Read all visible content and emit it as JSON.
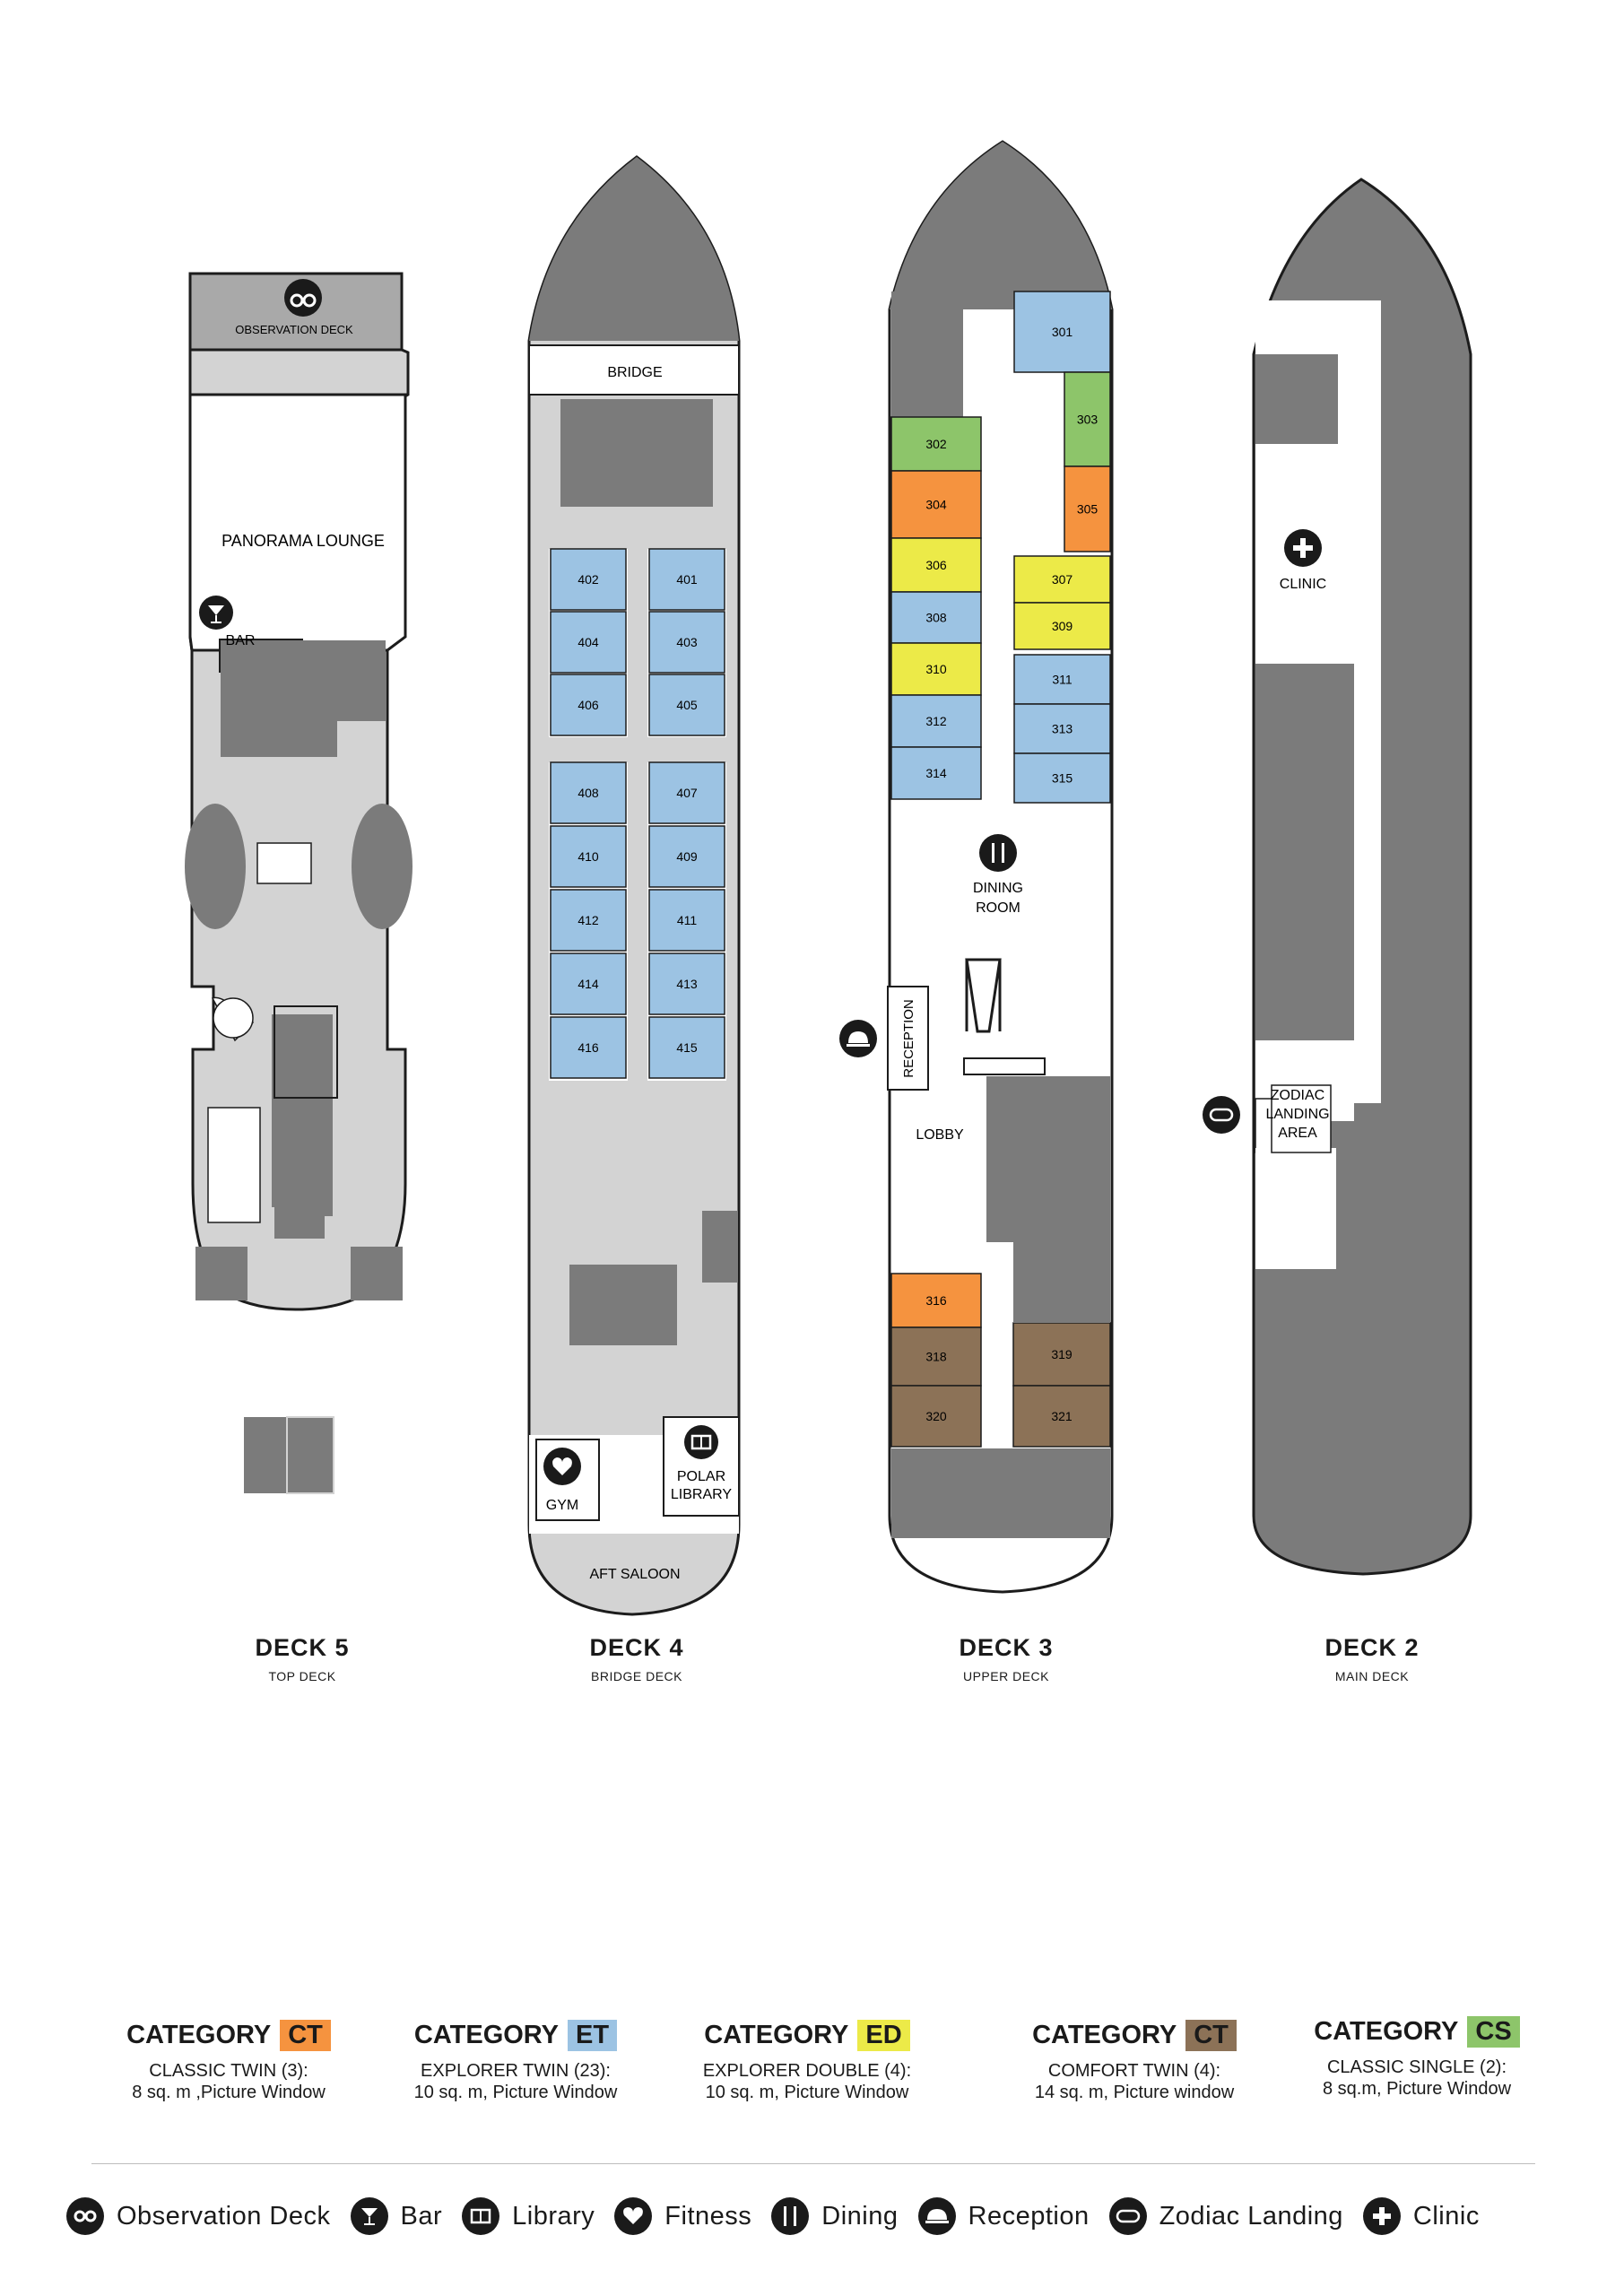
{
  "colors": {
    "dark": "#7b7b7b",
    "light": "#d3d3d3",
    "outline": "#1c1c1c",
    "blue": "#9cc3e3",
    "green": "#8dc56a",
    "orange": "#f5933f",
    "yellow": "#ecea48",
    "brown": "#8c7257"
  },
  "decks": [
    {
      "name": "DECK 5",
      "subtitle": "TOP DECK",
      "labels": {
        "observation": "OBSERVATION DECK",
        "panorama": "PANORAMA LOUNGE",
        "bar": "BAR"
      }
    },
    {
      "name": "DECK 4",
      "subtitle": "BRIDGE DECK",
      "labels": {
        "bridge": "BRIDGE",
        "gym": "GYM",
        "library1": "POLAR",
        "library2": "LIBRARY",
        "aft": "AFT SALOON"
      },
      "cabins": [
        "402",
        "401",
        "404",
        "403",
        "406",
        "405",
        "408",
        "407",
        "410",
        "409",
        "412",
        "411",
        "414",
        "413",
        "416",
        "415"
      ]
    },
    {
      "name": "DECK 3",
      "subtitle": "UPPER DECK",
      "labels": {
        "dining1": "DINING",
        "dining2": "ROOM",
        "reception": "RECEPTION",
        "lobby": "LOBBY"
      },
      "cabins": [
        "301",
        "302",
        "303",
        "304",
        "305",
        "306",
        "307",
        "308",
        "309",
        "310",
        "311",
        "312",
        "313",
        "314",
        "315",
        "316",
        "318",
        "319",
        "320",
        "321"
      ]
    },
    {
      "name": "DECK 2",
      "subtitle": "MAIN DECK",
      "labels": {
        "clinic": "CLINIC",
        "zodiac1": "ZODIAC",
        "zodiac2": "LANDING",
        "zodiac3": "AREA"
      }
    }
  ],
  "categories": [
    {
      "word": "CATEGORY",
      "code": "CT",
      "color": "#f5933f",
      "line1": "CLASSIC TWIN (3):",
      "line2": "8 sq. m ,Picture Window"
    },
    {
      "word": "CATEGORY",
      "code": "ET",
      "color": "#9cc3e3",
      "line1": "EXPLORER TWIN (23):",
      "line2": "10 sq. m, Picture Window"
    },
    {
      "word": "CATEGORY",
      "code": "ED",
      "color": "#ecea48",
      "line1": "EXPLORER DOUBLE (4):",
      "line2": "10 sq. m, Picture Window"
    },
    {
      "word": "CATEGORY",
      "code": "CT",
      "color": "#8c7257",
      "line1": "COMFORT TWIN (4):",
      "line2": "14 sq. m, Picture window"
    },
    {
      "word": "CATEGORY",
      "code": "CS",
      "color": "#8dc56a",
      "line1": "CLASSIC SINGLE (2):",
      "line2": "8 sq.m, Picture Window"
    }
  ],
  "legend": [
    {
      "icon": "binoculars-icon",
      "label": "Observation Deck"
    },
    {
      "icon": "cocktail-icon",
      "label": "Bar"
    },
    {
      "icon": "book-icon",
      "label": "Library"
    },
    {
      "icon": "heart-icon",
      "label": "Fitness"
    },
    {
      "icon": "cutlery-icon",
      "label": "Dining"
    },
    {
      "icon": "bell-icon",
      "label": "Reception"
    },
    {
      "icon": "zodiac-icon",
      "label": "Zodiac Landing"
    },
    {
      "icon": "cross-icon",
      "label": "Clinic"
    }
  ]
}
